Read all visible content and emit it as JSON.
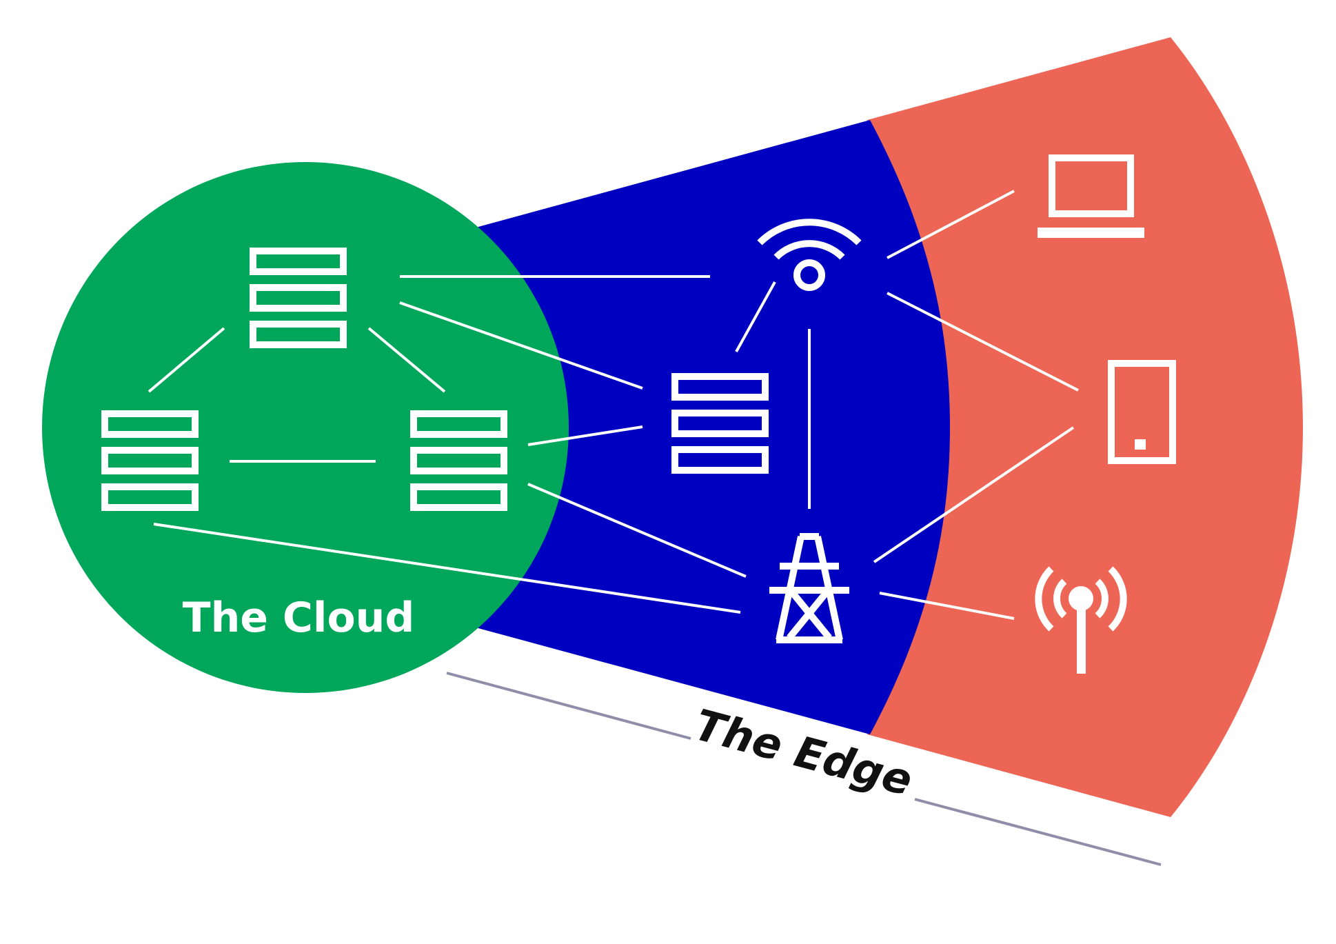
{
  "diagram": {
    "labels": {
      "cloud": "The Cloud",
      "edge": "The Edge"
    },
    "regions": [
      {
        "name": "cloud",
        "label": "The Cloud",
        "color": "#00A65A"
      },
      {
        "name": "near-edge",
        "color": "#0000C0"
      },
      {
        "name": "far-edge",
        "color": "#EC6555"
      }
    ],
    "nodes": [
      {
        "id": "cloud-server-top",
        "icon": "server-icon",
        "region": "cloud"
      },
      {
        "id": "cloud-server-left",
        "icon": "server-icon",
        "region": "cloud"
      },
      {
        "id": "cloud-server-right",
        "icon": "server-icon",
        "region": "cloud"
      },
      {
        "id": "edge-server",
        "icon": "server-icon",
        "region": "near-edge"
      },
      {
        "id": "wifi-router",
        "icon": "wifi-icon",
        "region": "near-edge"
      },
      {
        "id": "cell-tower",
        "icon": "transmission-tower-icon",
        "region": "near-edge"
      },
      {
        "id": "laptop",
        "icon": "laptop-icon",
        "region": "far-edge"
      },
      {
        "id": "mobile-phone",
        "icon": "phone-icon",
        "region": "far-edge"
      },
      {
        "id": "antenna",
        "icon": "antenna-icon",
        "region": "far-edge"
      }
    ],
    "edges": [
      [
        "cloud-server-top",
        "cloud-server-left"
      ],
      [
        "cloud-server-top",
        "cloud-server-right"
      ],
      [
        "cloud-server-left",
        "cloud-server-right"
      ],
      [
        "cloud-server-top",
        "wifi-router"
      ],
      [
        "cloud-server-top",
        "edge-server"
      ],
      [
        "cloud-server-right",
        "edge-server"
      ],
      [
        "cloud-server-right",
        "cell-tower"
      ],
      [
        "cloud-server-left",
        "cell-tower"
      ],
      [
        "edge-server",
        "wifi-router"
      ],
      [
        "wifi-router",
        "cell-tower"
      ],
      [
        "wifi-router",
        "laptop"
      ],
      [
        "wifi-router",
        "mobile-phone"
      ],
      [
        "cell-tower",
        "mobile-phone"
      ],
      [
        "cell-tower",
        "antenna"
      ]
    ],
    "colors": {
      "cloud": "#00A65A",
      "near_edge": "#0000C0",
      "far_edge": "#EC6555",
      "icon": "#FFFFFF",
      "edge_bracket": "#8E8EA8",
      "edge_label": "#111111"
    }
  }
}
